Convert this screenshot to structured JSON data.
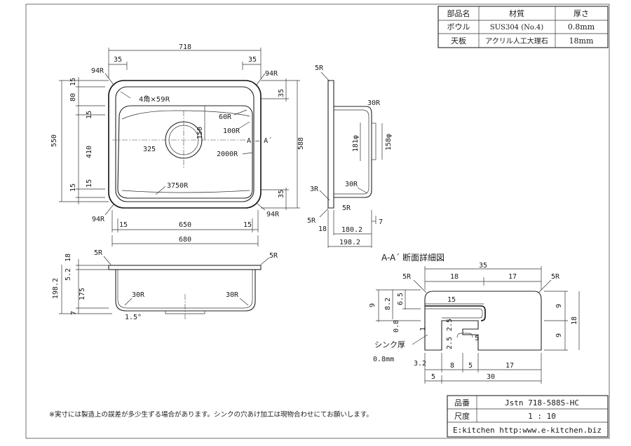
{
  "materials_table": {
    "headers": [
      "部品名",
      "材質",
      "厚さ"
    ],
    "rows": [
      [
        "ボウル",
        "SUS304 (No.4)",
        "0.8mm"
      ],
      [
        "天板",
        "アクリル人工大理石",
        "18mm"
      ]
    ]
  },
  "plan_view": {
    "overall_width": "718",
    "corner_offset_left": "35",
    "corner_offset_right": "35",
    "corner_radius_tl": "94R",
    "corner_radius_tr": "94R",
    "corner_radius_bl": "94R",
    "corner_radius_br": "94R",
    "inner_corner": "4角×59R",
    "radius_60": "60R",
    "radius_100": "100R",
    "radius_2000": "2000R",
    "radius_3750": "3750R",
    "drain_offset": "325",
    "drain_depth": "150",
    "section_mark": "A — A´",
    "left_dims": [
      "15",
      "80",
      "15",
      "410",
      "15",
      "15"
    ],
    "left_total": "550",
    "right_dims": [
      "35",
      "35"
    ],
    "right_total": "588",
    "bottom_dims": [
      "15",
      "650",
      "15"
    ],
    "bottom_total": "680"
  },
  "side_view": {
    "radius_5_top": "5R",
    "radius_30_top": "30R",
    "diameter_181": "181φ",
    "diameter_158": "158φ",
    "radius_3": "3R",
    "radius_30_bottom": "30R",
    "radius_5_mid": "5R",
    "radius_5_bottom": "5R",
    "thickness": "18",
    "depth": "180.2",
    "flange": "7",
    "total_depth": "198.2"
  },
  "front_view": {
    "radius_5_left": "5R",
    "radius_5_right": "5R",
    "radius_30_left": "30R",
    "radius_30_right": "30R",
    "slope": "1.5°",
    "left_dims": [
      "18",
      "5.2",
      "175",
      "7"
    ],
    "left_total": "198.2"
  },
  "section_detail": {
    "title": "A-A´ 断面詳細図",
    "radius_left": "5R",
    "radius_right": "5R",
    "width_total": "35",
    "width_left": "18",
    "width_right": "17",
    "ledge": "15",
    "left_dims": [
      "9",
      "8.2",
      "6.5",
      "0.8"
    ],
    "right_dims": [
      "9",
      "9"
    ],
    "right_total": "18",
    "inner_dims": [
      "1",
      "2.5",
      "2.5",
      "5"
    ],
    "sink_thickness_label": "シンク厚",
    "sink_thickness_value": "0.8mm",
    "bottom_dims": [
      "3.2",
      "8",
      "5",
      "17"
    ],
    "bottom_small": "5",
    "bottom_total": "30"
  },
  "note": "※実寸には製造上の誤差が多少生ずる場合があります。シンクの穴あけ加工は現物合わせにてお願いします。",
  "title_block": {
    "label_product": "品番",
    "product": "Jstn 718-588S-HC",
    "label_scale": "尺度",
    "scale": "1 : 10",
    "company": "E:kitchen http:www.e-kitchen.biz"
  }
}
